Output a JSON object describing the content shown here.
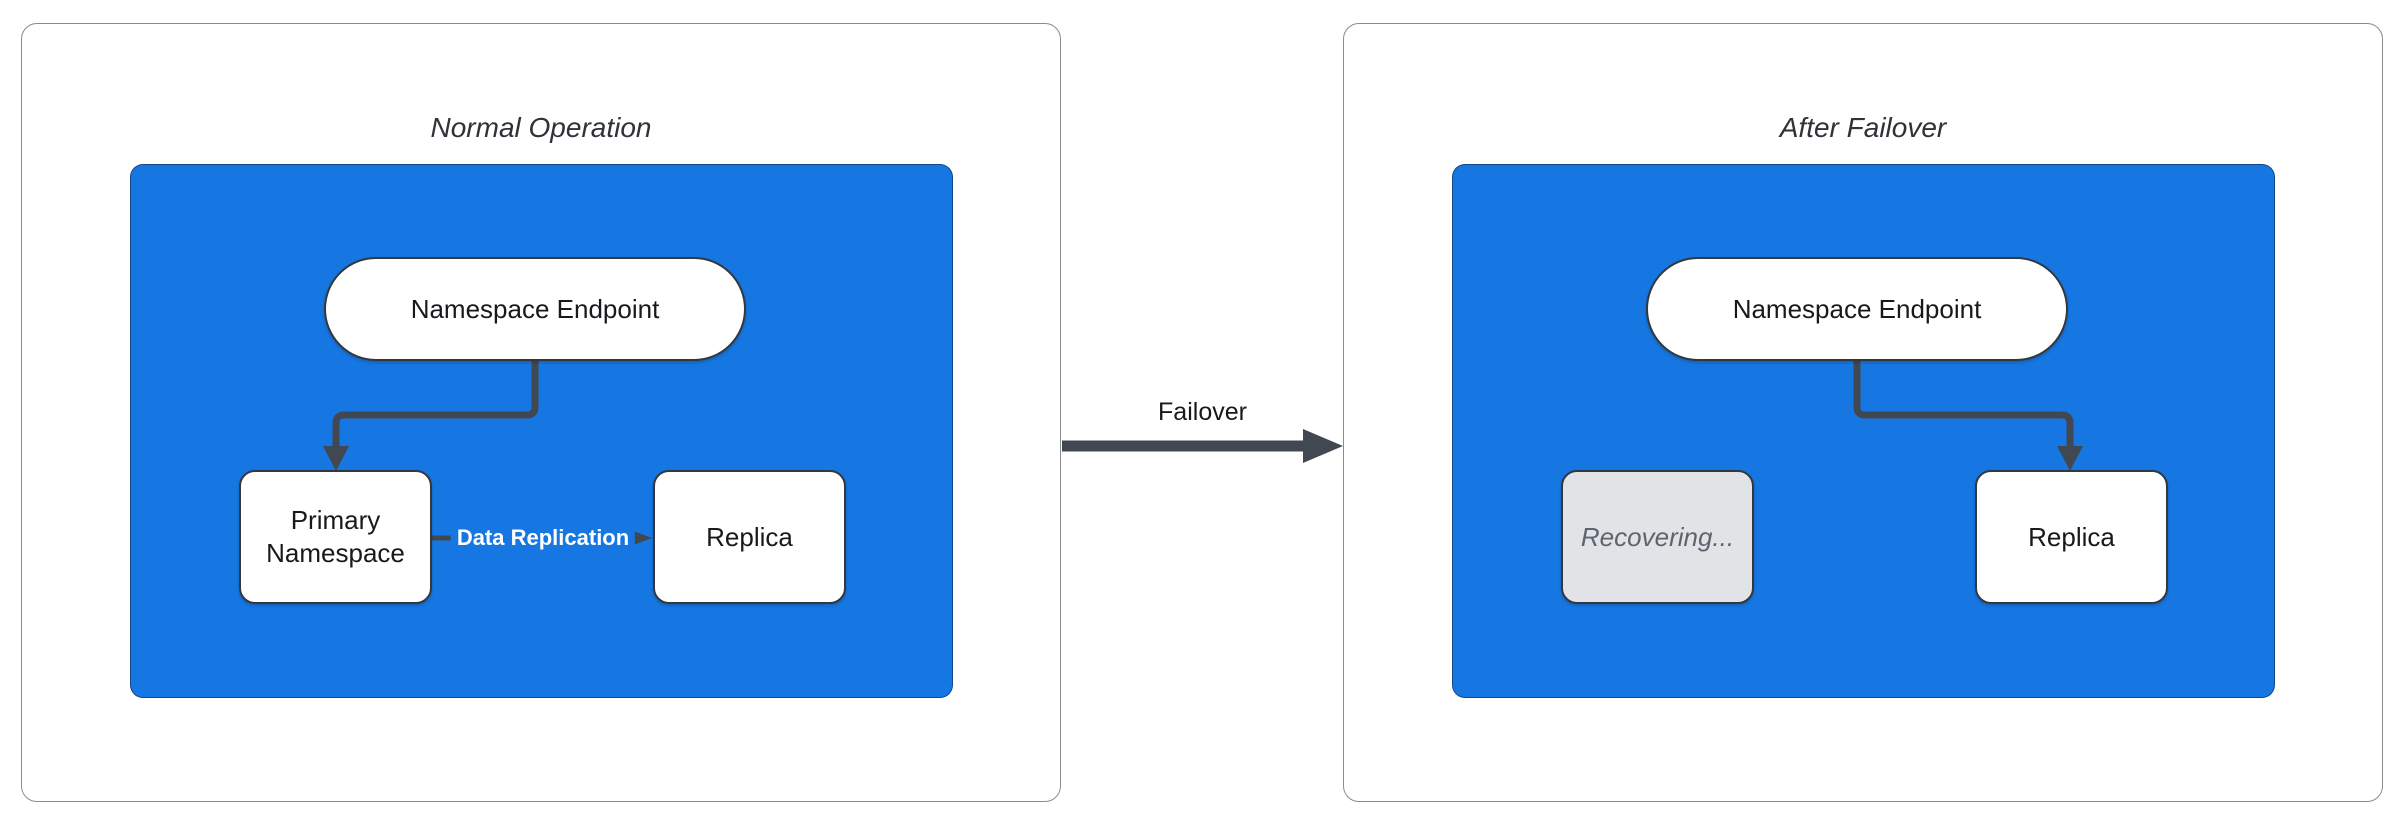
{
  "diagram": {
    "panels": [
      {
        "title": "Normal Operation",
        "nodes": {
          "endpoint": "Namespace Endpoint",
          "left_box": "Primary Namespace",
          "right_box": "Replica"
        },
        "edge_label": "Data Replication"
      },
      {
        "title": "After Failover",
        "nodes": {
          "endpoint": "Namespace Endpoint",
          "left_box": "Recovering...",
          "right_box": "Replica"
        }
      }
    ],
    "transition": {
      "label": "Failover"
    },
    "colors": {
      "group_fill": "#1677E2",
      "node_fill": "#FFFFFF",
      "node_stroke": "#33373E",
      "recovering_fill": "#E2E3E6",
      "recovering_text": "#5D6470",
      "connector": "#414851",
      "edge_label_text": "#FFFFFF",
      "panel_border": "#8B8B8B",
      "title_text": "#2F3237"
    }
  }
}
